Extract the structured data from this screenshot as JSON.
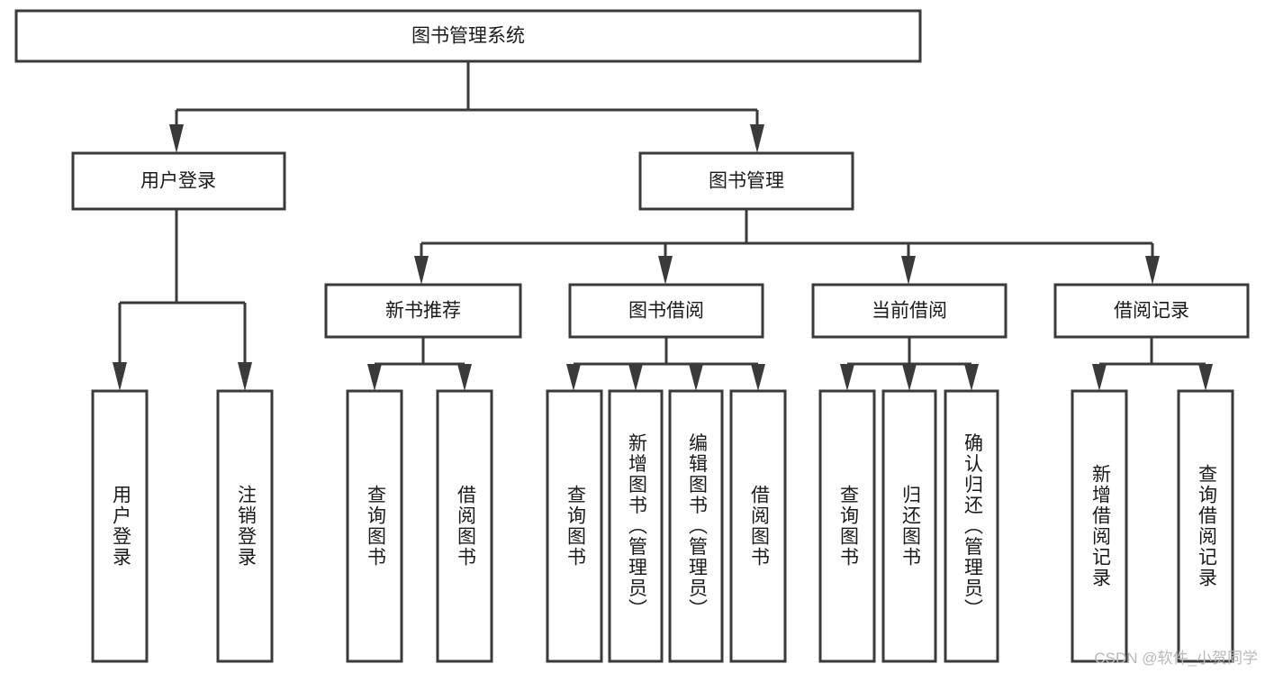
{
  "diagram": {
    "type": "hierarchy-tree",
    "title": "图书管理系统",
    "watermark": "CSDN @软件_小贺同学",
    "colors": {
      "stroke": "#3a3a3a",
      "box_fill": "#ffffff",
      "text": "#1a1a1a",
      "background": "#ffffff",
      "watermark": "#b9b9b9"
    },
    "levels": {
      "root": "图书管理系统",
      "level2": [
        "用户登录",
        "图书管理"
      ],
      "level3": [
        "新书推荐",
        "图书借阅",
        "当前借阅",
        "借阅记录"
      ]
    },
    "nodes": {
      "root": {
        "label": "图书管理系统"
      },
      "user_login": {
        "label": "用户登录"
      },
      "book_manage": {
        "label": "图书管理"
      },
      "new_book_rec": {
        "label": "新书推荐"
      },
      "book_borrow": {
        "label": "图书借阅"
      },
      "current_borrow": {
        "label": "当前借阅"
      },
      "borrow_record": {
        "label": "借阅记录"
      }
    },
    "leaves": {
      "user_login": [
        {
          "label": "用户登录"
        },
        {
          "label": "注销登录"
        }
      ],
      "new_book_rec": [
        {
          "label": "查询图书"
        },
        {
          "label": "借阅图书"
        }
      ],
      "book_borrow": [
        {
          "label": "查询图书"
        },
        {
          "label": "新增图书（管理员）"
        },
        {
          "label": "编辑图书（管理员）"
        },
        {
          "label": "借阅图书"
        }
      ],
      "current_borrow": [
        {
          "label": "查询图书"
        },
        {
          "label": "归还图书"
        },
        {
          "label": "确认归还（管理员）"
        }
      ],
      "borrow_record": [
        {
          "label": "新增借阅记录"
        },
        {
          "label": "查询借阅记录"
        }
      ]
    }
  }
}
